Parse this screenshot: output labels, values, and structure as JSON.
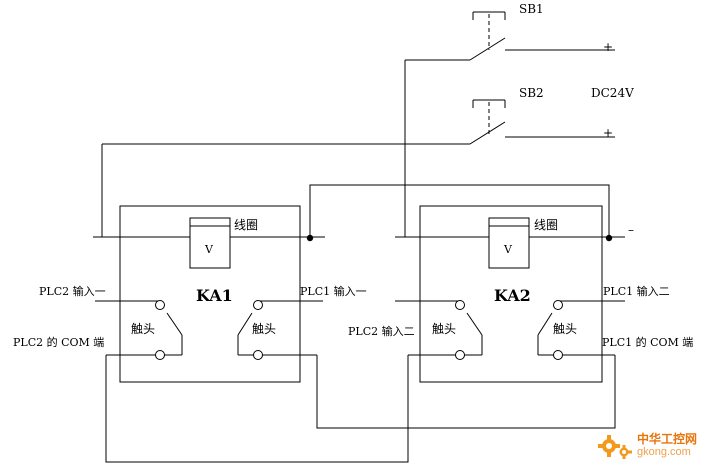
{
  "labels": {
    "sb1": "SB1",
    "sb2": "SB2",
    "dc": "DC24V",
    "plus1": "+",
    "plus2": "+",
    "minus": "–",
    "coil1": "线圈",
    "coil2": "线圈",
    "v1": "V",
    "v2": "V",
    "ka1": "KA1",
    "ka2": "KA2",
    "plc2_in1": "PLC2 输入一",
    "plc2_com": "PLC2 的 COM 端",
    "plc1_in1": "PLC1 输入一",
    "plc2_in2": "PLC2 输入二",
    "plc1_in2": "PLC1 输入二",
    "plc1_com": "PLC1 的 COM 端",
    "contact1": "触头",
    "contact2": "触头",
    "contact3": "触头",
    "contact4": "触头"
  },
  "watermark": {
    "cn": "中华工控网",
    "url": "gkong.com",
    "gear_color": "#f39a1e"
  }
}
